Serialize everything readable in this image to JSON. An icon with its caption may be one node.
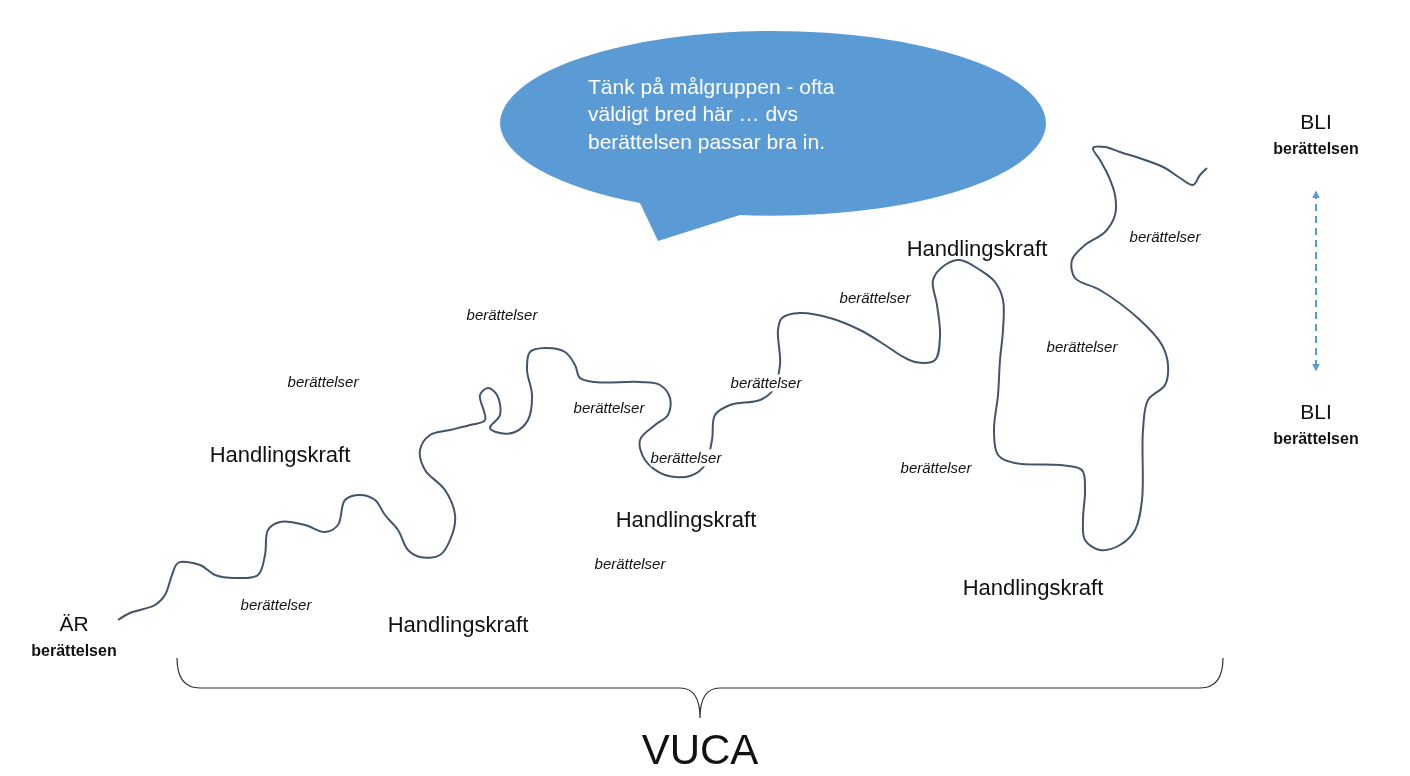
{
  "diagram": {
    "nodes": [
      {
        "text": [
          "Tänk på målgruppen - ofta väldigt bred här … dvs berättelsen passar bra in."
        ]
      },
      {
        "text": [
          "BLI",
          "berättelsen"
        ]
      },
      {
        "text": [
          "BLI",
          "berättelsen"
        ]
      },
      {
        "text": [
          "ÄR",
          "berättelsen"
        ]
      }
    ],
    "edges": [
      {
        "from": 1,
        "to": 2,
        "arrow": "both",
        "style": "dashed",
        "color": "#5b9bd5"
      }
    ],
    "labels": [
      "berättelser",
      "Handlingskraft",
      "berättelser",
      "berättelser",
      "berättelser",
      "berättelser",
      "berättelser",
      "berättelser",
      "Handlingskraft",
      "berättelser",
      "berättelser",
      "Handlingskraft",
      "berättelser",
      "Handlingskraft",
      "berättelser",
      "Handlingskraft",
      "VUCA"
    ]
  }
}
